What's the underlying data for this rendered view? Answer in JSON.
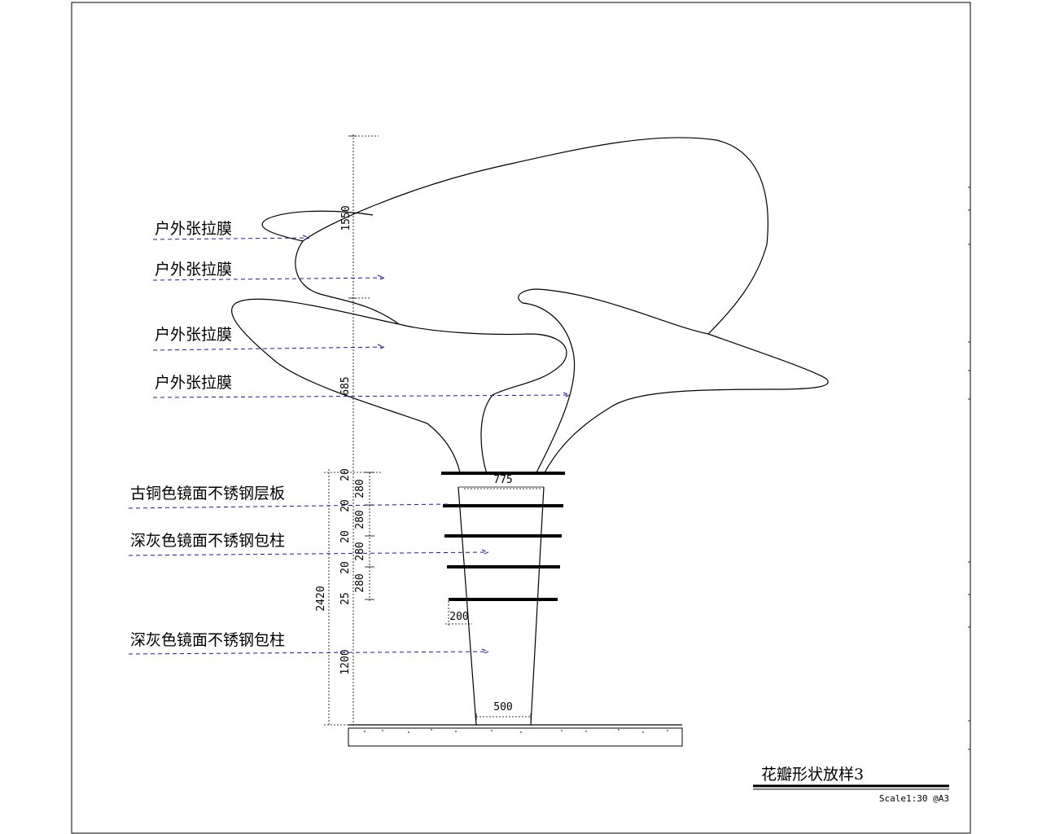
{
  "labels": {
    "membrane_1": "户外张拉膜",
    "membrane_2": "户外张拉膜",
    "membrane_3": "户外张拉膜",
    "membrane_4": "户外张拉膜",
    "shelf_board": "古铜色镜面不锈钢层板",
    "column_clad_1": "深灰色镜面不锈钢包柱",
    "column_clad_2": "深灰色镜面不锈钢包柱"
  },
  "dimensions": {
    "d1550": "1550",
    "d685": "685",
    "d2420": "2420",
    "d1200": "1200",
    "d775": "775",
    "d200": "200",
    "d500": "500",
    "s20a": "20",
    "s280a": "280",
    "s20b": "20",
    "s280b": "280",
    "s20c": "20",
    "s280c": "280",
    "s20d": "20",
    "s280d": "280",
    "s25": "25"
  },
  "title_block": {
    "title": "花瓣形状放样3",
    "scale": "Scale1:30 @A3"
  }
}
